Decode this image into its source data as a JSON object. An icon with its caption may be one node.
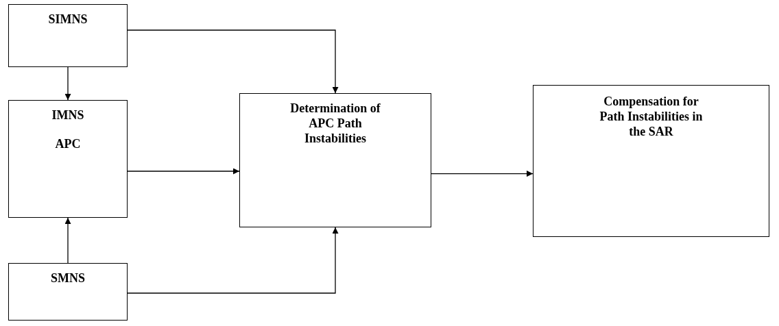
{
  "diagram": {
    "nodes": [
      {
        "text": [
          "SIMNS"
        ]
      },
      {
        "text": [
          "IMNS",
          "APC"
        ]
      },
      {
        "text": [
          "SMNS"
        ]
      },
      {
        "text": [
          "Determination of APC Path Instabilities"
        ]
      },
      {
        "text": [
          "Compensation for Path Instabilities in the SAR"
        ]
      }
    ],
    "edges": [
      {
        "from": 0,
        "to": 3,
        "arrow": "to"
      },
      {
        "from": 0,
        "to": 1,
        "arrow": "to"
      },
      {
        "from": 1,
        "to": 3,
        "arrow": "to"
      },
      {
        "from": 2,
        "to": 1,
        "arrow": "to"
      },
      {
        "from": 2,
        "to": 3,
        "arrow": "to"
      },
      {
        "from": 3,
        "to": 4,
        "arrow": "to"
      }
    ]
  }
}
